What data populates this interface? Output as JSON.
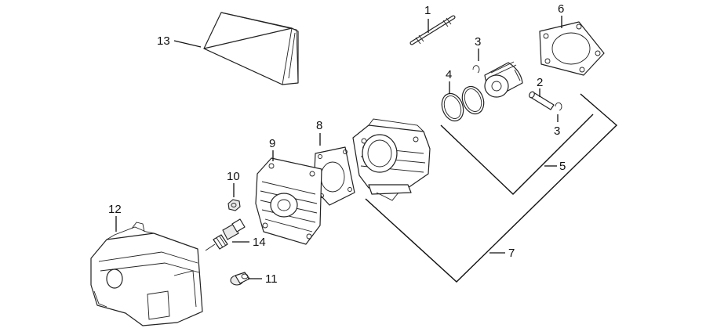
{
  "diagram": {
    "callouts": [
      {
        "id": "c1",
        "label": "1"
      },
      {
        "id": "c2",
        "label": "2"
      },
      {
        "id": "c3a",
        "label": "3"
      },
      {
        "id": "c3b",
        "label": "3"
      },
      {
        "id": "c4",
        "label": "4"
      },
      {
        "id": "c5",
        "label": "5"
      },
      {
        "id": "c6",
        "label": "6"
      },
      {
        "id": "c7",
        "label": "7"
      },
      {
        "id": "c8",
        "label": "8"
      },
      {
        "id": "c9",
        "label": "9"
      },
      {
        "id": "c10",
        "label": "10"
      },
      {
        "id": "c11",
        "label": "11"
      },
      {
        "id": "c12",
        "label": "12"
      },
      {
        "id": "c13",
        "label": "13"
      },
      {
        "id": "c14",
        "label": "14"
      }
    ],
    "colors": {
      "line": "#222222",
      "background": "#ffffff"
    }
  }
}
